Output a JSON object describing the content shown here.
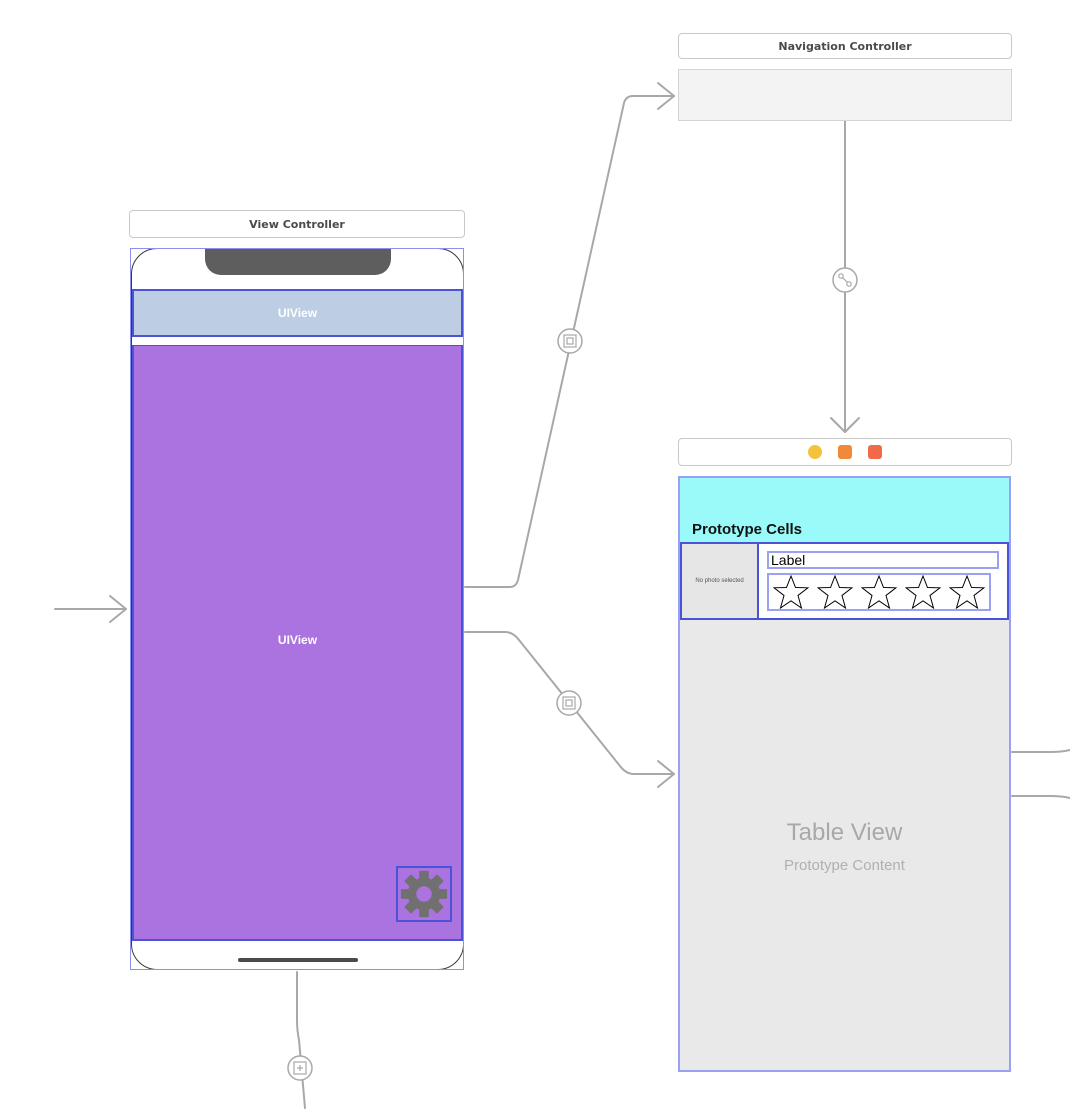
{
  "view_controller": {
    "title": "View Controller",
    "top_view_label": "UIView",
    "main_view_label": "UIView",
    "settings_icon": "gear-icon",
    "main_color": "#aa73df",
    "top_color": "#bccde4"
  },
  "navigation_controller": {
    "title": "Navigation Controller"
  },
  "table_view_controller": {
    "scene_icons": [
      "first-responder-icon",
      "object-cube-icon",
      "exit-icon"
    ],
    "prototype_cells_title": "Prototype Cells",
    "cell": {
      "photo_placeholder": "No photo selected",
      "label": "Label",
      "star_icon": "star-outline-icon",
      "star_count": 5
    },
    "table_view_title": "Table View",
    "table_view_subtitle": "Prototype Content",
    "header_color": "#9afafa"
  },
  "segues": {
    "relationship_icon": "relationship-segue-icon",
    "show_icon": "show-segue-icon",
    "embed_icon": "embed-segue-icon"
  },
  "colors": {
    "selection": "#4a52d8",
    "selection_light": "#9aa0f2",
    "segue_line": "#a8a8a8"
  }
}
